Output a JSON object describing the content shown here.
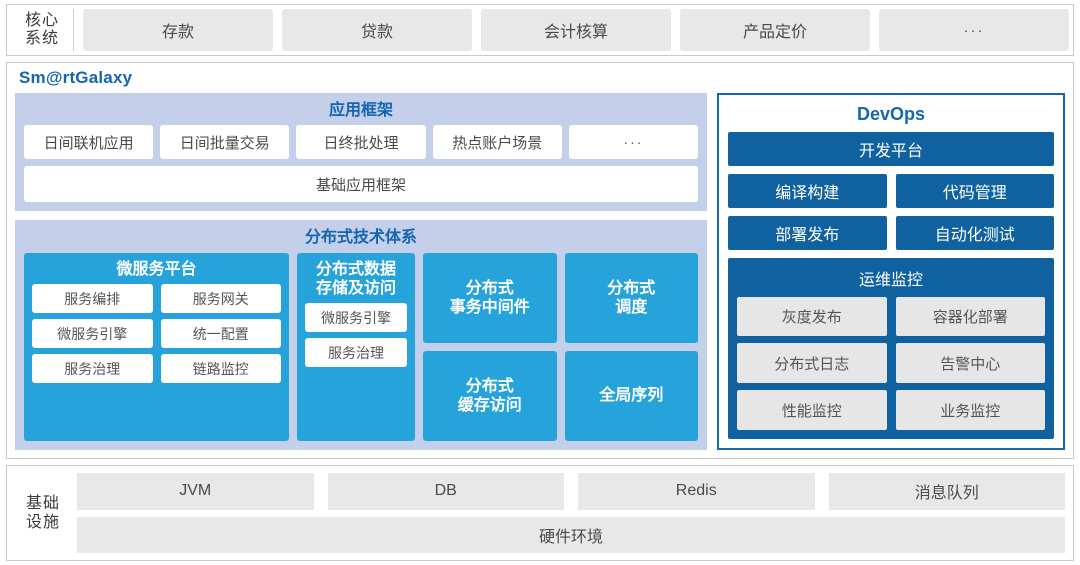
{
  "colors": {
    "accent_blue": "#1565b0",
    "cyan_blue": "#27a3dc",
    "deep_blue": "#10619f",
    "periwinkle": "#c4cfe9",
    "gray_tile": "#e8e8e8"
  },
  "core_systems": {
    "label": "核心\n系统",
    "label_line1": "核心",
    "label_line2": "系统",
    "tiles": [
      {
        "label": "存款"
      },
      {
        "label": "贷款"
      },
      {
        "label": "会计核算"
      },
      {
        "label": "产品定价"
      },
      {
        "label": "···"
      }
    ]
  },
  "platform": {
    "title": "Sm@rtGalaxy",
    "app_framework": {
      "heading": "应用框架",
      "tiles": [
        {
          "label": "日间联机应用"
        },
        {
          "label": "日间批量交易"
        },
        {
          "label": "日终批处理"
        },
        {
          "label": "热点账户场景"
        },
        {
          "label": "···"
        }
      ],
      "base": "基础应用框架"
    },
    "distributed_tech": {
      "heading": "分布式技术体系",
      "microservice": {
        "title": "微服务平台",
        "chips": [
          [
            "服务编排",
            "服务网关"
          ],
          [
            "微服务引擎",
            "统一配置"
          ],
          [
            "服务治理",
            "链路监控"
          ]
        ]
      },
      "storage": {
        "title": "分布式数据\n存储及访问",
        "title_line1": "分布式数据",
        "title_line2": "存储及访问",
        "chips": [
          "微服务引擎",
          "服务治理"
        ]
      },
      "column3": [
        {
          "line1": "分布式",
          "line2": "事务中间件"
        },
        {
          "line1": "分布式",
          "line2": "缓存访问"
        }
      ],
      "column4": [
        {
          "line1": "分布式",
          "line2": "调度"
        },
        {
          "line1": "全局序列",
          "line2": ""
        }
      ]
    },
    "devops": {
      "title": "DevOps",
      "platform_bar": "开发平台",
      "rows": [
        [
          "编译构建",
          "代码管理"
        ],
        [
          "部署发布",
          "自动化测试"
        ]
      ],
      "ops_monitor": {
        "title": "运维监控",
        "chips": [
          [
            "灰度发布",
            "容器化部署"
          ],
          [
            "分布式日志",
            "告警中心"
          ],
          [
            "性能监控",
            "业务监控"
          ]
        ]
      }
    }
  },
  "infrastructure": {
    "label_line1": "基础",
    "label_line2": "设施",
    "tiles": [
      {
        "label": "JVM"
      },
      {
        "label": "DB"
      },
      {
        "label": "Redis"
      },
      {
        "label": "消息队列"
      }
    ],
    "hardware": "硬件环境"
  }
}
